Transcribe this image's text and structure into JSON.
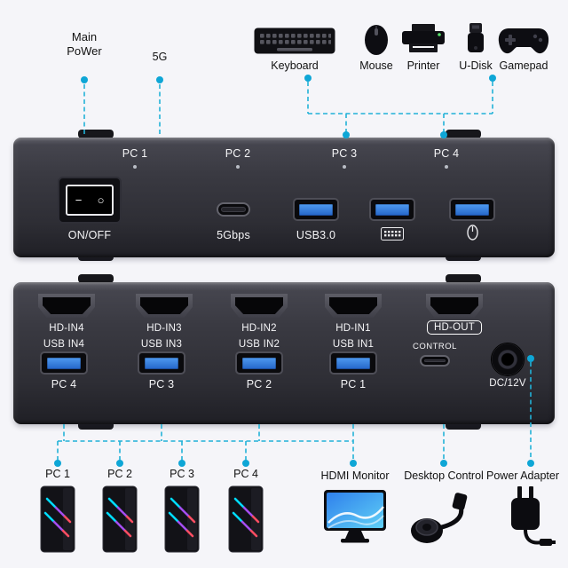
{
  "callouts": {
    "main_power": "Main PoWer",
    "five_g": "5G"
  },
  "peripherals": {
    "labels": [
      "Keyboard",
      "Mouse",
      "Printer",
      "U-Disk",
      "Gamepad"
    ],
    "icons": [
      "keyboard-icon",
      "mouse-icon",
      "printer-icon",
      "udisk-icon",
      "gamepad-icon"
    ]
  },
  "front": {
    "pcs": [
      "PC 1",
      "PC 2",
      "PC 3",
      "PC 4"
    ],
    "on_off": "ON/OFF",
    "speed": "5Gbps",
    "usb": "USB3.0",
    "switch_on": "−",
    "switch_off": "○",
    "glyph_icons": [
      "keyboard-glyph-icon",
      "mouse-glyph-icon"
    ]
  },
  "back": {
    "hd_in": [
      "HD-IN4",
      "HD-IN3",
      "HD-IN2",
      "HD-IN1"
    ],
    "hd_out": "HD-OUT",
    "usb_in": [
      "USB IN4",
      "USB IN3",
      "USB IN2",
      "USB IN1"
    ],
    "pcs": [
      "PC 4",
      "PC 3",
      "PC 2",
      "PC 1"
    ],
    "control": "CONTROL",
    "dc": "DC/12V"
  },
  "bottom": {
    "pcs": [
      "PC 1",
      "PC 2",
      "PC 3",
      "PC 4"
    ],
    "monitor": "HDMI Monitor",
    "desktop_control": "Desktop Control",
    "power_adapter": "Power Adapter",
    "icons": [
      "pc-tower-icon",
      "monitor-icon",
      "desktop-control-icon",
      "power-adapter-icon"
    ]
  },
  "colors": {
    "accent_line": "#22b2d7",
    "connector_dot": "#0ea6d6",
    "usb_blue": "#2d7de0",
    "device_body": "#34343c",
    "background": "#f5f5f9"
  }
}
